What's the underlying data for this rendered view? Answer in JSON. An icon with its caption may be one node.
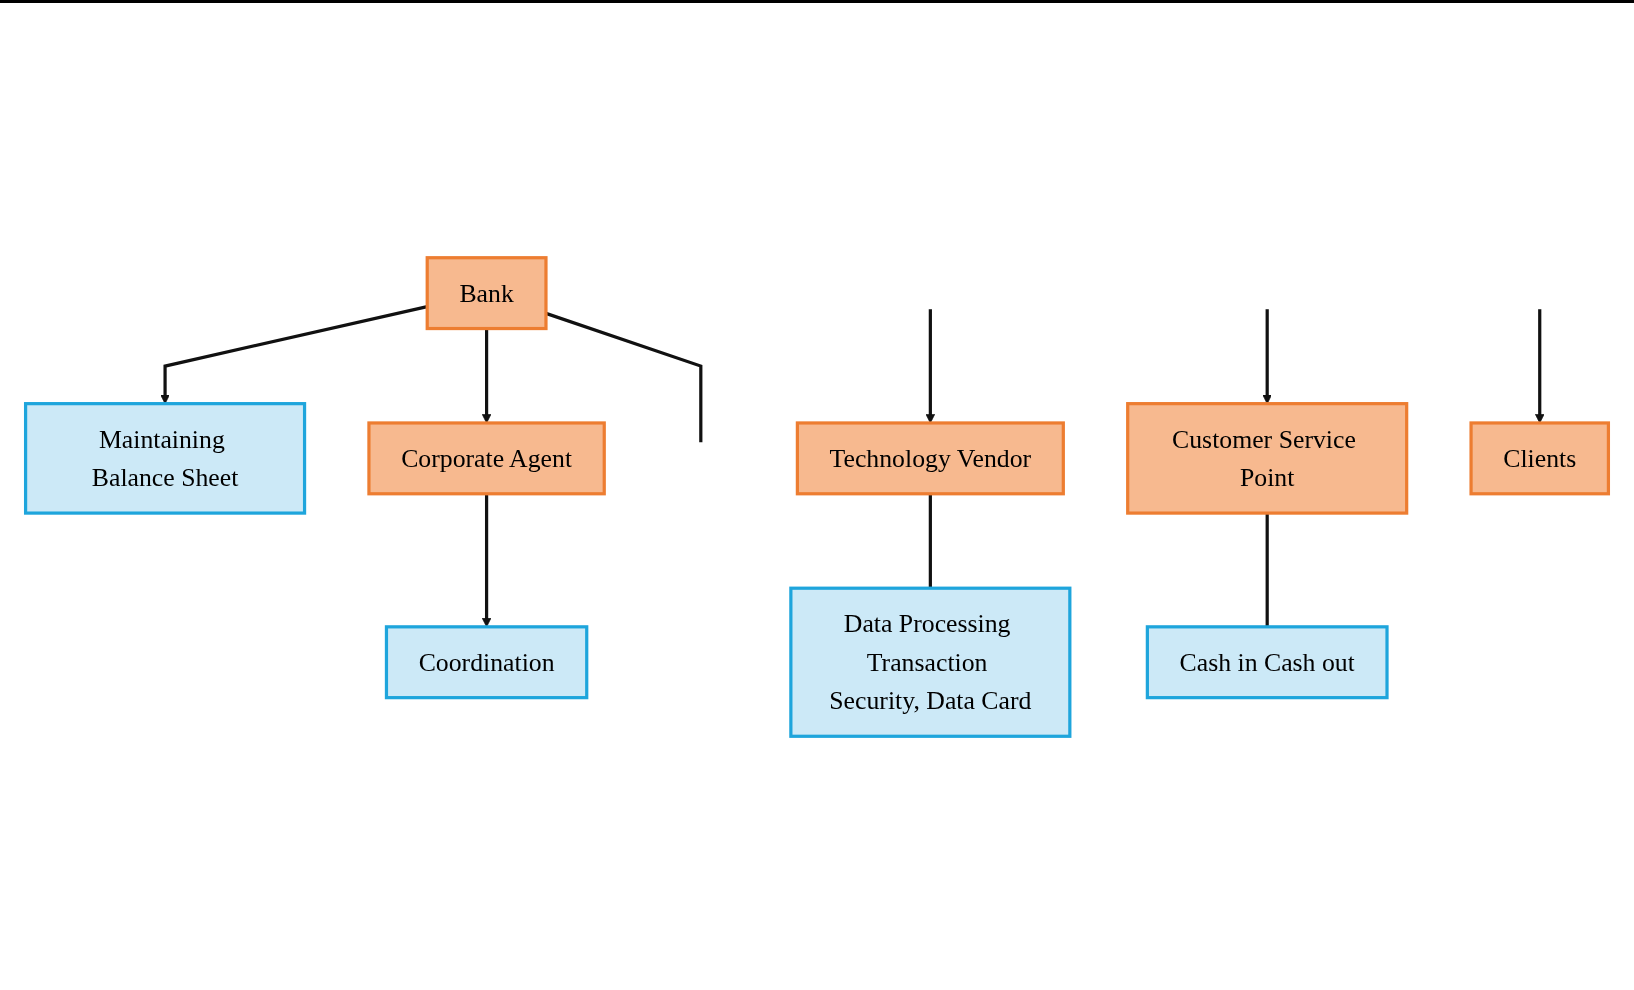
{
  "diagram": {
    "nodes": [
      {
        "text": [
          "Maintaining Balance Sheet"
        ]
      },
      {
        "text": [
          "Bank"
        ]
      },
      {
        "text": [
          "Corporate Agent"
        ]
      },
      {
        "text": [
          "Coordination"
        ]
      },
      {
        "text": [
          "Technology Vendor"
        ]
      },
      {
        "text": [
          "Customer Service Point"
        ]
      },
      {
        "text": [
          "Cash in Cash out"
        ]
      },
      {
        "text": [
          "Data Processing Transaction Security, Data Card"
        ]
      },
      {
        "text": [
          "Clients"
        ]
      }
    ],
    "edges": [
      {
        "from": 1,
        "to": 0,
        "arrow": "to"
      },
      {
        "from": 1,
        "to": 2,
        "arrow": "to"
      },
      {
        "from": 1,
        "to": null,
        "arrow": "none"
      },
      {
        "from": 2,
        "to": 3,
        "arrow": "to"
      },
      {
        "from": null,
        "to": 4,
        "arrow": "to"
      },
      {
        "from": null,
        "to": 5,
        "arrow": "to"
      },
      {
        "from": null,
        "to": 8,
        "arrow": "to"
      },
      {
        "from": 4,
        "to": 7,
        "arrow": "none"
      },
      {
        "from": 5,
        "to": 6,
        "arrow": "none"
      }
    ]
  }
}
